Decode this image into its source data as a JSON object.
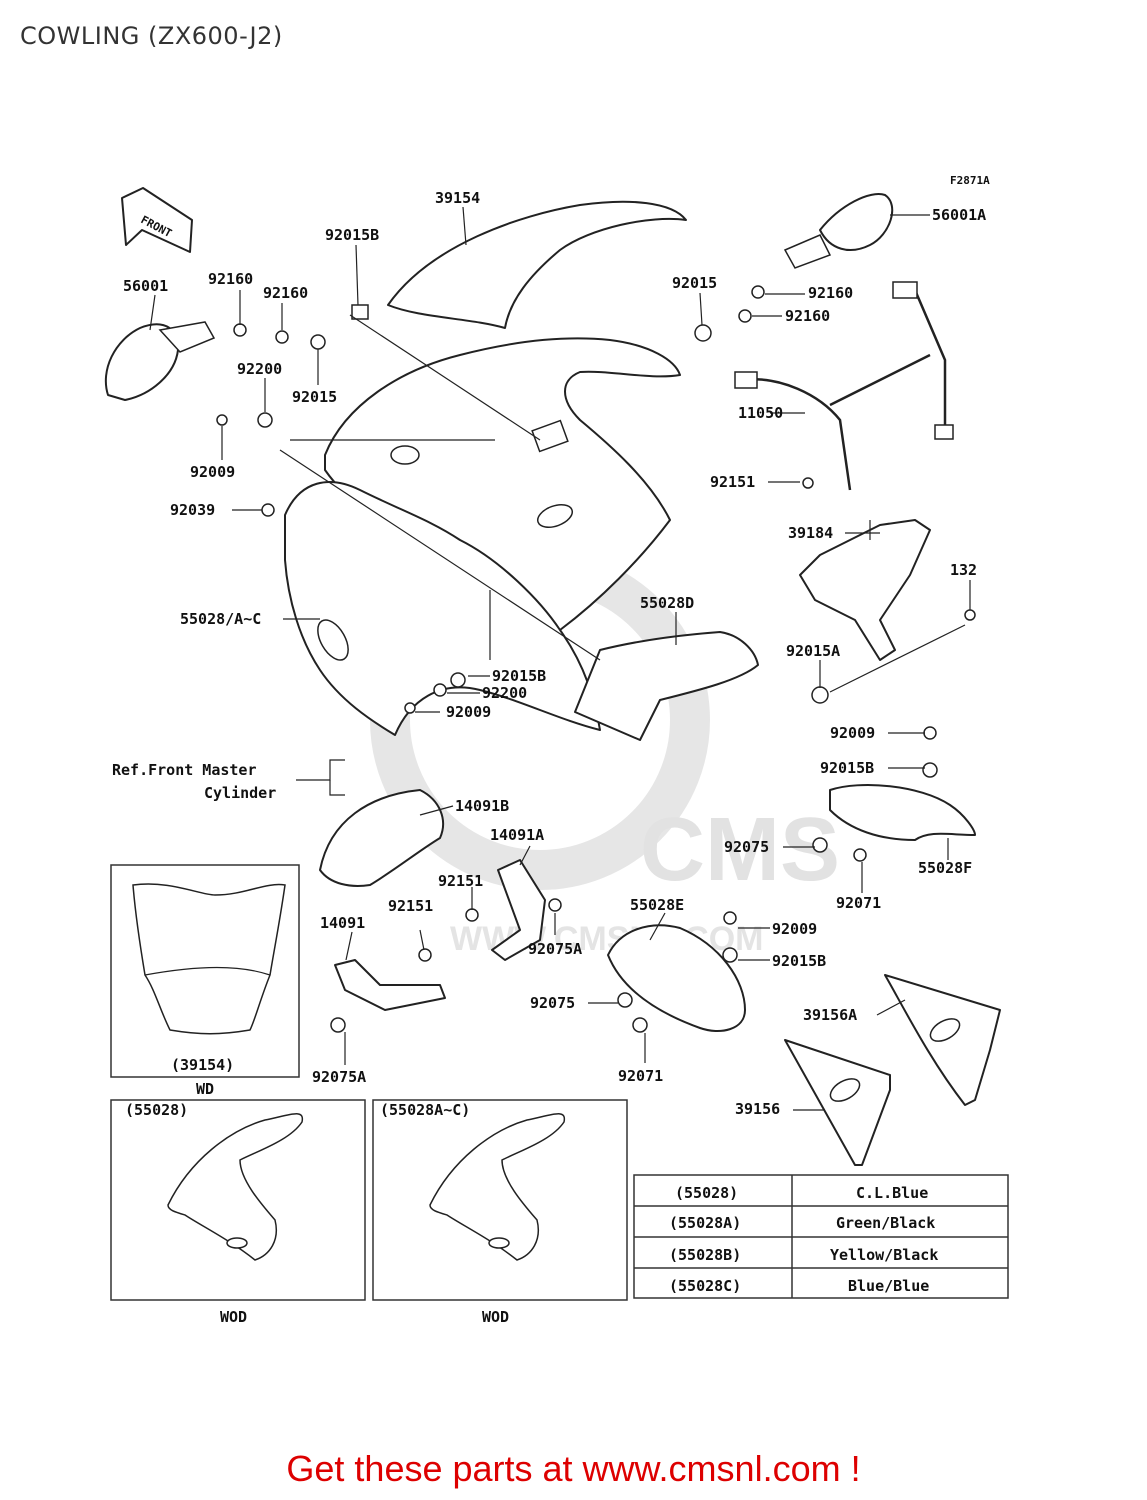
{
  "title": "COWLING (ZX600-J2)",
  "figure_code": "F2871A",
  "front_arrow": "FRONT",
  "watermark": {
    "logo": "CMS",
    "url": "WWW.CMSNL.COM"
  },
  "callouts": {
    "p39154": "39154",
    "p56001A": "56001A",
    "p56001": "56001",
    "p92160_a": "92160",
    "p92160_b": "92160",
    "p92015B_top": "92015B",
    "p92015_r": "92015",
    "p92160_r1": "92160",
    "p92160_r2": "92160",
    "p92200_l": "92200",
    "p92015_l": "92015",
    "p11050": "11050",
    "p92009_l": "92009",
    "p92039": "92039",
    "p92151_r": "92151",
    "p39184": "39184",
    "p132": "132",
    "p55028AC": "55028/A~C",
    "p55028D": "55028D",
    "p92015A": "92015A",
    "p92015B_mid": "92015B",
    "p92200_m": "92200",
    "p92009_m": "92009",
    "p92009_r": "92009",
    "p92015B_r": "92015B",
    "ref_line1": "Ref.Front Master",
    "ref_line2": "Cylinder",
    "p14091B": "14091B",
    "p14091A": "14091A",
    "p92075_r": "92075",
    "p55028F": "55028F",
    "p92151_m1": "92151",
    "p92151_m2": "92151",
    "p92071_r": "92071",
    "p14091": "14091",
    "p55028E": "55028E",
    "p92009_e": "92009",
    "p92075A_m": "92075A",
    "p92015B_e": "92015B",
    "p92075_e": "92075",
    "p39156A": "39156A",
    "p92075A_b": "92075A",
    "p92071_e": "92071",
    "p39156": "39156"
  },
  "insets": [
    {
      "part": "(39154)",
      "caption": "WD"
    },
    {
      "part": "(55028)",
      "caption": "WOD"
    },
    {
      "part": "(55028A~C)",
      "caption": "WOD"
    }
  ],
  "color_table": [
    {
      "part": "(55028)",
      "color": "C.L.Blue"
    },
    {
      "part": "(55028A)",
      "color": "Green/Black"
    },
    {
      "part": "(55028B)",
      "color": "Yellow/Black"
    },
    {
      "part": "(55028C)",
      "color": "Blue/Blue"
    }
  ],
  "cta": "Get these parts at www.cmsnl.com !",
  "colors": {
    "cta": "#dd0000",
    "watermark": "#e2e2e2",
    "lines": "#222222"
  }
}
